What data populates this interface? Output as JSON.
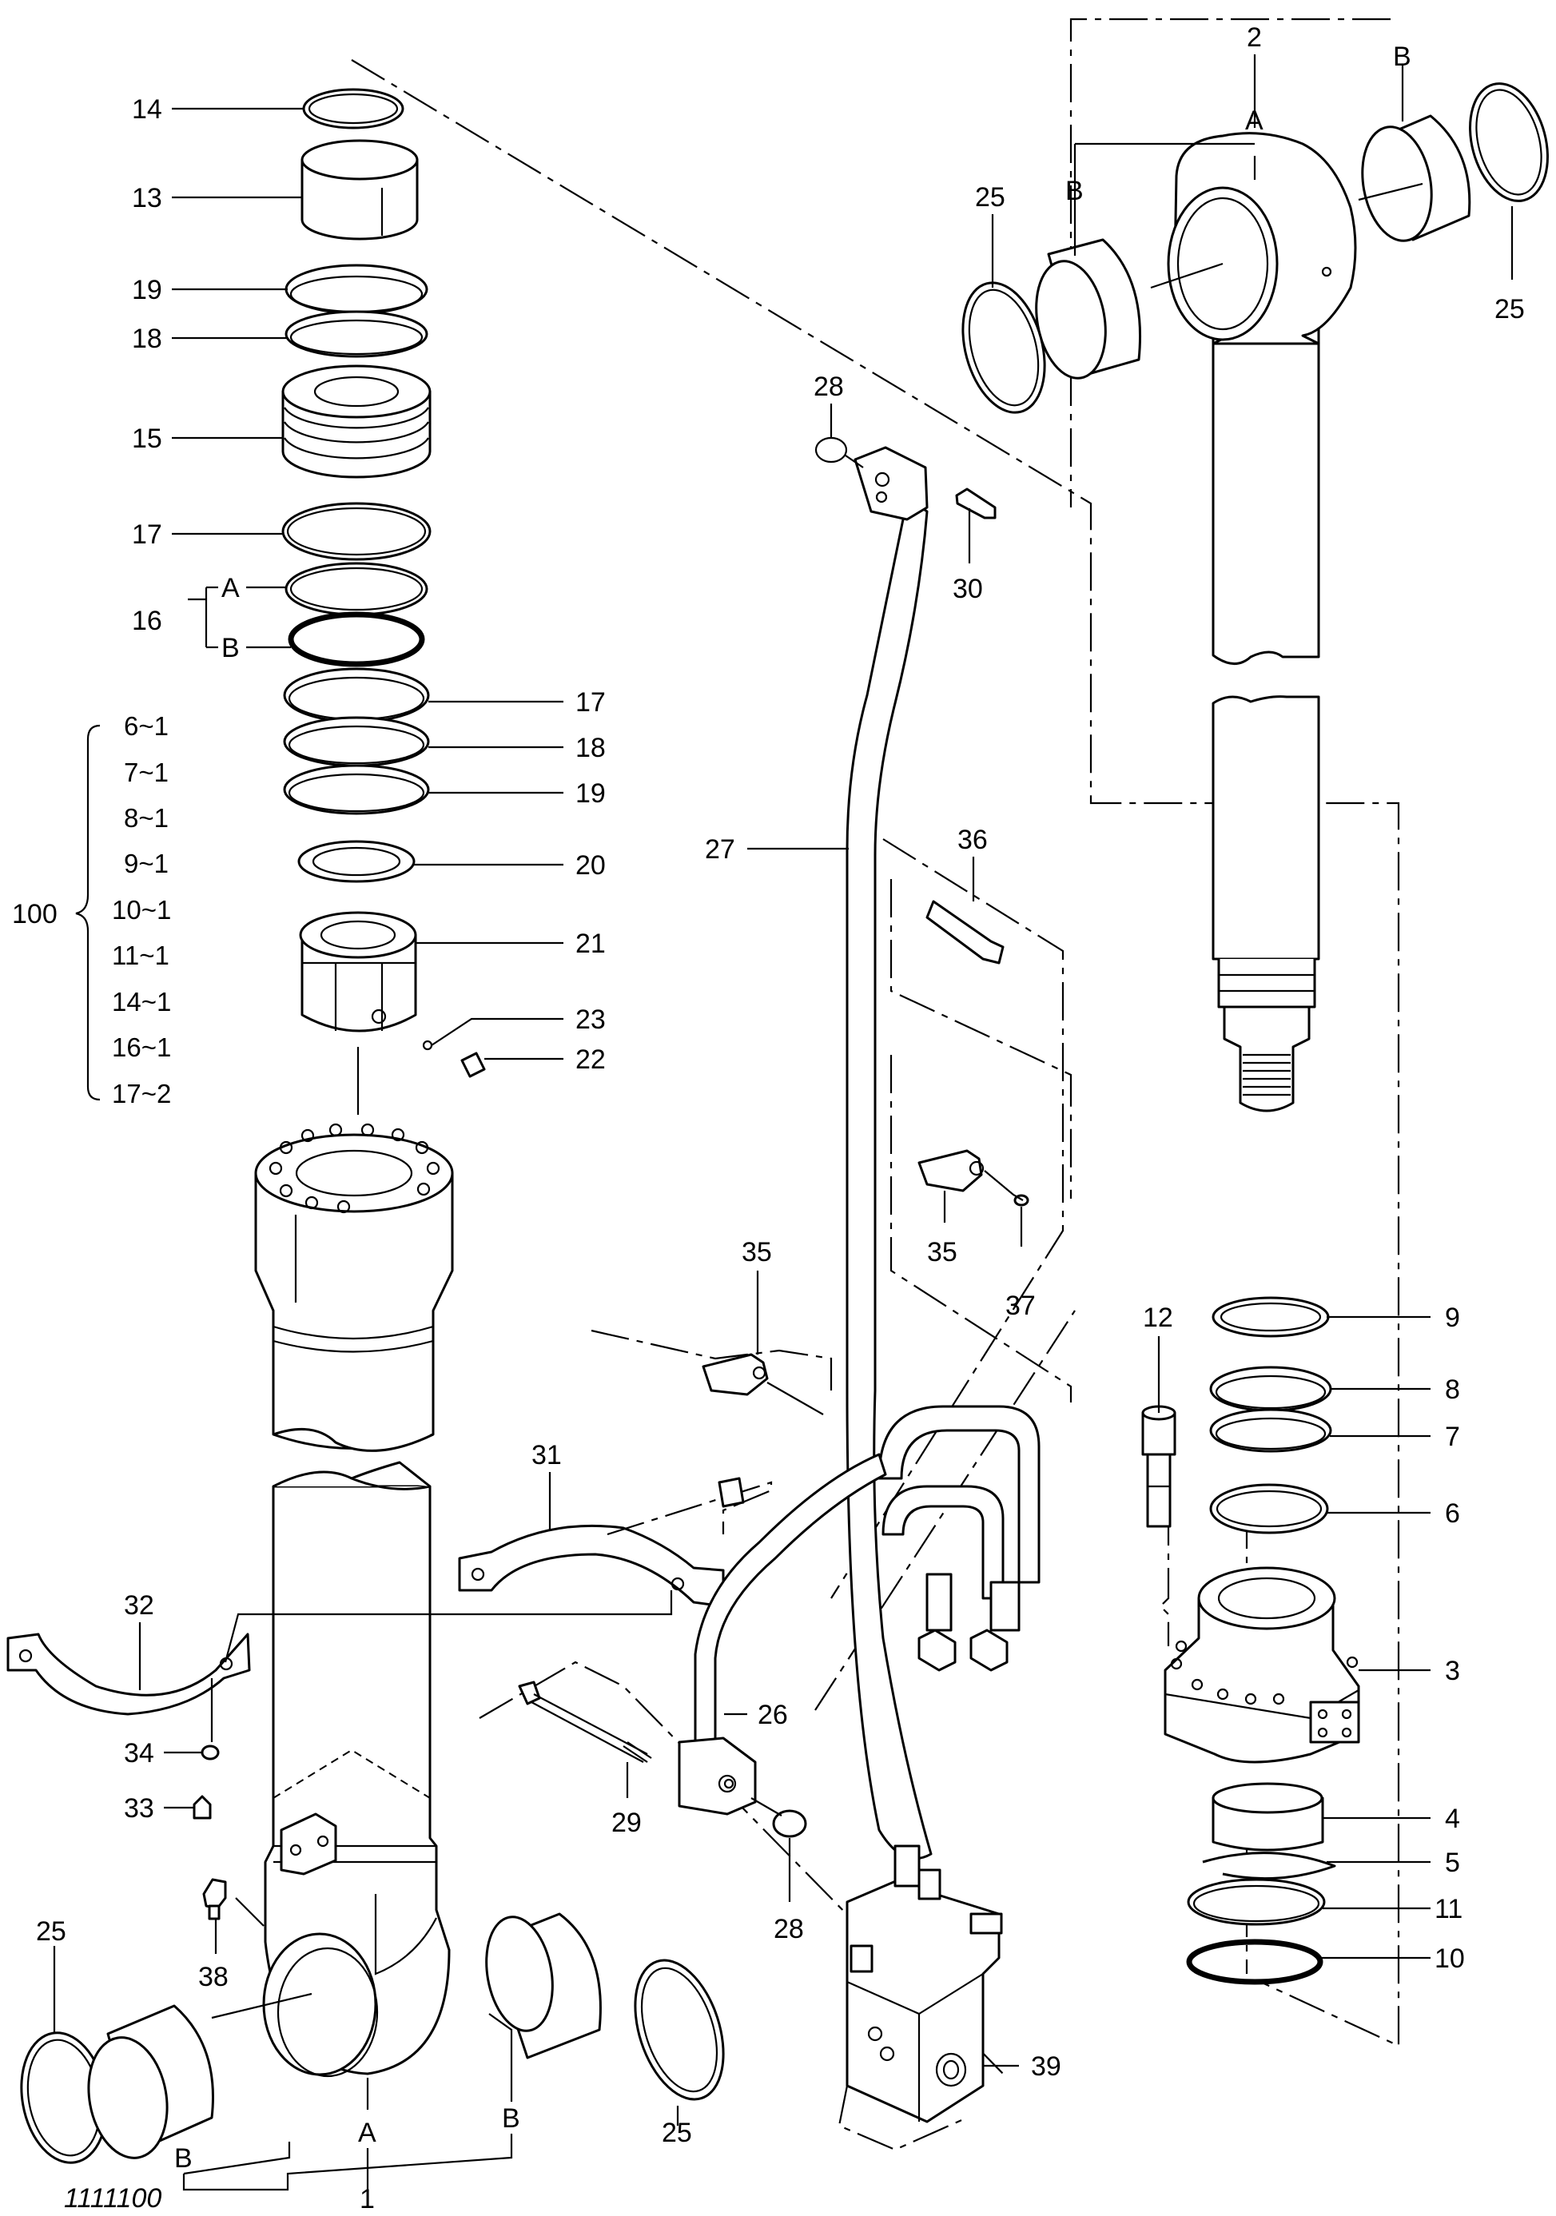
{
  "drawing_id": "1111100",
  "labels": {
    "l14": "14",
    "l13": "13",
    "l19a": "19",
    "l18a": "18",
    "l15": "15",
    "l17a": "17",
    "l16": "16",
    "l16A": "A",
    "l16B": "B",
    "l17b": "17",
    "l18b": "18",
    "l19b": "19",
    "l20": "20",
    "l21": "21",
    "l23": "23",
    "l22": "22",
    "l100": "100",
    "l2": "2",
    "l2A": "A",
    "l2B1": "B",
    "l2B2": "B",
    "l25a": "25",
    "l25b": "25",
    "l28a": "28",
    "l30": "30",
    "l27": "27",
    "l36": "36",
    "l35a": "35",
    "l37": "37",
    "l35b": "35",
    "l31": "31",
    "l32": "32",
    "l34": "34",
    "l33": "33",
    "l26": "26",
    "l29": "29",
    "l28b": "28",
    "l38": "38",
    "l25c": "25",
    "l25d": "25",
    "l1A": "A",
    "l1B1": "B",
    "l1B2": "B",
    "l1": "1",
    "l39": "39",
    "l12": "12",
    "l9": "9",
    "l8": "8",
    "l7": "7",
    "l6": "6",
    "l3": "3",
    "l4": "4",
    "l5": "5",
    "l11": "11",
    "l10": "10"
  },
  "kit_list": [
    "6~1",
    "7~1",
    "8~1",
    "9~1",
    "10~1",
    "11~1",
    "14~1",
    "16~1",
    "17~2"
  ]
}
